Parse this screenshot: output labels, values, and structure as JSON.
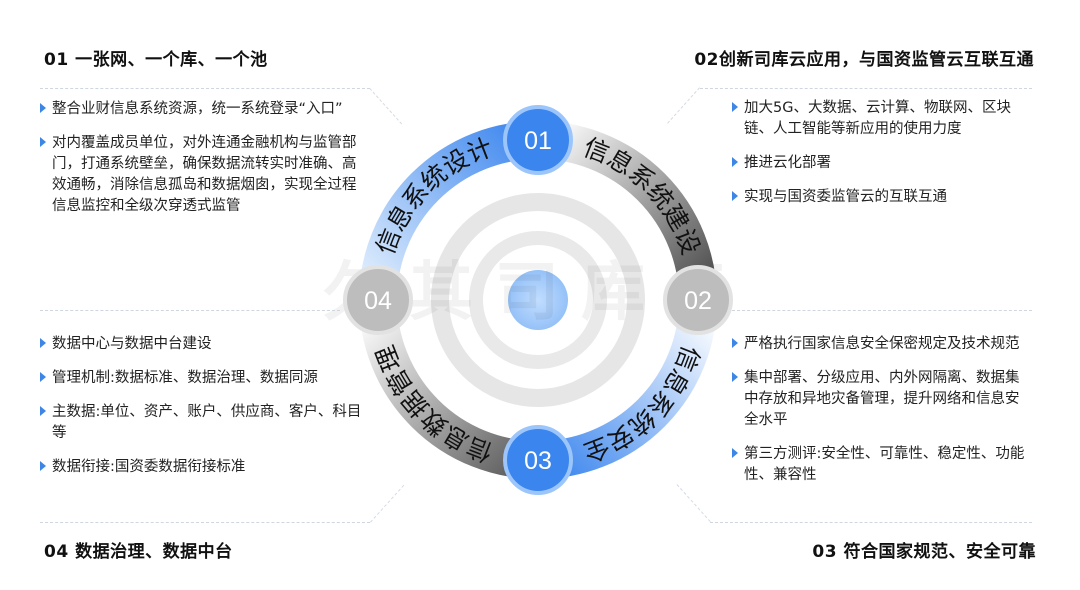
{
  "headings": {
    "top_left": "01 一张网、一个库、一个池",
    "top_right": "02创新司库云应用，与国资监管云互联互通",
    "bottom_right": "03 符合国家规范、安全可靠",
    "bottom_left": "04 数据治理、数据中台"
  },
  "sections": {
    "top_left": [
      "整合业财信息系统资源，统一系统登录“入口”",
      "对内覆盖成员单位，对外连通金融机构与监管部门，打通系统壁垒，确保数据流转实时准确、高效通畅，消除信息孤岛和数据烟囱，实现全过程信息监控和全级次穿透式监管"
    ],
    "top_right": [
      "加大5G、大数据、云计算、物联网、区块链、人工智能等新应用的使用力度",
      "推进云化部署",
      "实现与国资委监管云的互联互通"
    ],
    "bottom_left": [
      "数据中心与数据中台建设",
      "管理机制:数据标准、数据治理、数据同源",
      "主数据:单位、资产、账户、供应商、客户、科目等",
      "数据衔接:国资委数据衔接标准"
    ],
    "bottom_right": [
      "严格执行国家信息安全保密规定及技术规范",
      "集中部署、分级应用、内外网隔离、数据集中存放和异地灾备管理，提升网络和信息安全水平",
      "第三方测评:安全性、可靠性、稳定性、功能性、兼容性"
    ]
  },
  "ring": {
    "nodes": [
      "01",
      "02",
      "03",
      "04"
    ],
    "arcs": [
      "信息系统设计",
      "信息系统建设",
      "信息系统安全",
      "信息数据管理"
    ],
    "watermark": "久其司库云"
  },
  "colors": {
    "accent_blue": "#3d86e6",
    "node_blue": "#3a86ee",
    "node_gray": "#bdbdbd",
    "heading_text": "#111111"
  }
}
